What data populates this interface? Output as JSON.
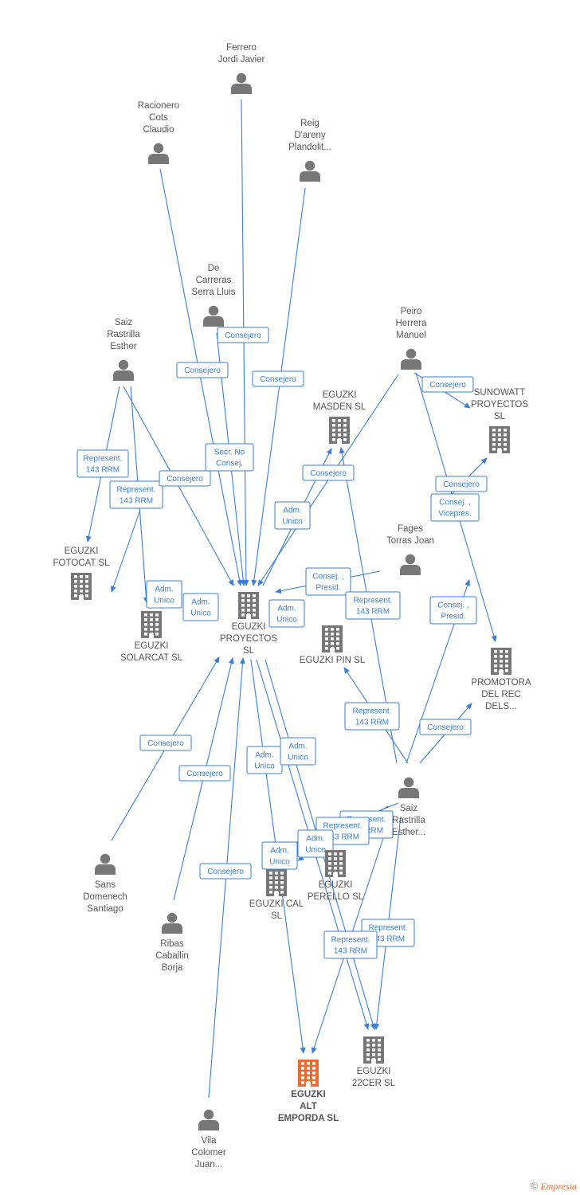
{
  "colors": {
    "edge": "#3a7fd5",
    "node": "#777777",
    "highlight": "#ef6a33"
  },
  "footer": {
    "copyright": "©",
    "brand": "Empresia"
  },
  "nodes": [
    {
      "id": "ferrero",
      "kind": "person",
      "lines": [
        "Ferrero",
        "Jordi Javier"
      ]
    },
    {
      "id": "racionero",
      "kind": "person",
      "lines": [
        "Racionero",
        "Cots",
        "Claudio"
      ]
    },
    {
      "id": "reig",
      "kind": "person",
      "lines": [
        "Reig",
        "D'areny",
        "Plandolit..."
      ]
    },
    {
      "id": "decarreras",
      "kind": "person",
      "lines": [
        "De",
        "Carreras",
        "Serra Lluis"
      ]
    },
    {
      "id": "peiro",
      "kind": "person",
      "lines": [
        "Peiro",
        "Herrera",
        "Manuel"
      ]
    },
    {
      "id": "saiz1",
      "kind": "person",
      "lines": [
        "Saiz",
        "Rastrilla",
        "Esther"
      ]
    },
    {
      "id": "fages",
      "kind": "person",
      "lines": [
        "Fages",
        "Torras Joan"
      ]
    },
    {
      "id": "saiz2",
      "kind": "person",
      "lines": [
        "Saiz",
        "Rastrilla",
        "Esther..."
      ]
    },
    {
      "id": "sans",
      "kind": "person",
      "lines": [
        "Sans",
        "Domenech",
        "Santiago"
      ]
    },
    {
      "id": "ribas",
      "kind": "person",
      "lines": [
        "Ribas",
        "Caballin",
        "Borja"
      ]
    },
    {
      "id": "vila",
      "kind": "person",
      "lines": [
        "Vila",
        "Colomer",
        "Juan..."
      ]
    },
    {
      "id": "masden",
      "kind": "company",
      "lines": [
        "EGUZKI",
        "MASDEN  SL"
      ]
    },
    {
      "id": "sunowatt",
      "kind": "company",
      "lines": [
        "SUNOWATT",
        "PROYECTOS",
        "SL"
      ]
    },
    {
      "id": "fotocat",
      "kind": "company",
      "lines": [
        "EGUZKI",
        "FOTOCAT  SL"
      ]
    },
    {
      "id": "solarcat",
      "kind": "company",
      "lines": [
        "EGUZKI",
        "SOLARCAT  SL"
      ]
    },
    {
      "id": "proyectos",
      "kind": "company",
      "lines": [
        "EGUZKI",
        "PROYECTOS",
        "SL"
      ]
    },
    {
      "id": "pin",
      "kind": "company",
      "lines": [
        "EGUZKI PIN  SL"
      ]
    },
    {
      "id": "promotora",
      "kind": "company",
      "lines": [
        "PROMOTORA",
        "DEL REC",
        "DELS..."
      ]
    },
    {
      "id": "perello",
      "kind": "company",
      "lines": [
        "EGUZKI",
        "PERELLO  SL"
      ]
    },
    {
      "id": "cal",
      "kind": "company",
      "lines": [
        "EGUZKI CAL",
        "SL"
      ]
    },
    {
      "id": "altemporda",
      "kind": "company",
      "highlight": true,
      "lines": [
        "EGUZKI",
        "ALT",
        "EMPORDA  SL"
      ]
    },
    {
      "id": "22cer",
      "kind": "company",
      "lines": [
        "EGUZKI",
        "22CER  SL"
      ]
    }
  ],
  "edge_labels": [
    {
      "id": "l1",
      "lines": [
        "Consejero"
      ]
    },
    {
      "id": "l2",
      "lines": [
        "Consejero"
      ]
    },
    {
      "id": "l3",
      "lines": [
        "Consejero"
      ]
    },
    {
      "id": "l4",
      "lines": [
        "Secr.  No",
        "Consej."
      ]
    },
    {
      "id": "l5",
      "lines": [
        "Represent.",
        "143 RRM"
      ]
    },
    {
      "id": "l6",
      "lines": [
        "Represent.",
        "143 RRM"
      ]
    },
    {
      "id": "l7",
      "lines": [
        "Consejero"
      ]
    },
    {
      "id": "l8",
      "lines": [
        "Consejero"
      ]
    },
    {
      "id": "l9",
      "lines": [
        "Consejero"
      ]
    },
    {
      "id": "l10",
      "lines": [
        "Adm.",
        "Unico"
      ]
    },
    {
      "id": "l11",
      "lines": [
        "Consejero"
      ]
    },
    {
      "id": "l12",
      "lines": [
        "Consej. ,",
        "Vicepres."
      ]
    },
    {
      "id": "l13",
      "lines": [
        "Adm.",
        "Unico"
      ]
    },
    {
      "id": "l14",
      "lines": [
        "Adm.",
        "Unico"
      ]
    },
    {
      "id": "l15",
      "lines": [
        "Adm.",
        "Unico"
      ]
    },
    {
      "id": "l16",
      "lines": [
        "Consej. ,",
        "Presid."
      ]
    },
    {
      "id": "l17",
      "lines": [
        "Represent.",
        "143 RRM"
      ]
    },
    {
      "id": "l18",
      "lines": [
        "Consej. ,",
        "Presid."
      ]
    },
    {
      "id": "l19",
      "lines": [
        "Represent.",
        "143 RRM"
      ]
    },
    {
      "id": "l20",
      "lines": [
        "Consejero"
      ]
    },
    {
      "id": "l21",
      "lines": [
        "Consejero"
      ]
    },
    {
      "id": "l22",
      "lines": [
        "Consejero"
      ]
    },
    {
      "id": "l23",
      "lines": [
        "Adm.",
        "Unico"
      ]
    },
    {
      "id": "l24",
      "lines": [
        "Adm.",
        "Unico"
      ]
    },
    {
      "id": "l25",
      "lines": [
        "Represent.",
        "143 RRM"
      ]
    },
    {
      "id": "l26",
      "lines": [
        "Represent.",
        "143 RRM"
      ]
    },
    {
      "id": "l27",
      "lines": [
        "Adm.",
        "Unico"
      ]
    },
    {
      "id": "l28",
      "lines": [
        "Adm.",
        "Unico"
      ]
    },
    {
      "id": "l29",
      "lines": [
        "Consejero"
      ]
    },
    {
      "id": "l30",
      "lines": [
        "Represent.",
        "143 RRM"
      ]
    },
    {
      "id": "l31",
      "lines": [
        "Represent.",
        "143 RRM"
      ]
    }
  ]
}
